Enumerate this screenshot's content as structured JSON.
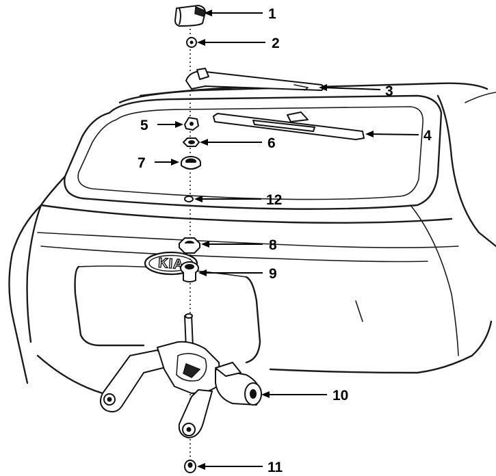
{
  "diagram": {
    "brand_logo_text": "KIA",
    "callouts": [
      {
        "id": "1",
        "label": "1",
        "part": "wiper-nut-cap"
      },
      {
        "id": "2",
        "label": "2",
        "part": "nut"
      },
      {
        "id": "3",
        "label": "3",
        "part": "wiper-arm"
      },
      {
        "id": "4",
        "label": "4",
        "part": "wiper-blade"
      },
      {
        "id": "5",
        "label": "5",
        "part": "cap"
      },
      {
        "id": "6",
        "label": "6",
        "part": "washer"
      },
      {
        "id": "7",
        "label": "7",
        "part": "seal"
      },
      {
        "id": "12",
        "label": "12",
        "part": "gasket"
      },
      {
        "id": "8",
        "label": "8",
        "part": "nut"
      },
      {
        "id": "9",
        "label": "9",
        "part": "grommet"
      },
      {
        "id": "10",
        "label": "10",
        "part": "wiper-motor"
      },
      {
        "id": "11",
        "label": "11",
        "part": "bushing"
      }
    ]
  }
}
